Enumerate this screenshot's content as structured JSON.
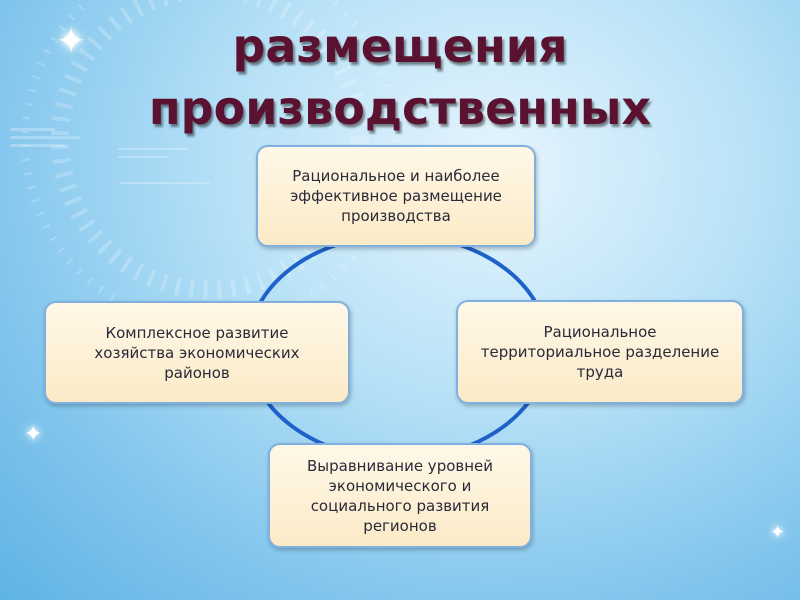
{
  "diagram": {
    "title_lines": [
      "",
      "размещения",
      "производственных"
    ],
    "nodes": {
      "top": "Рациональное и наиболее\nэффективное размещение\nпроизводства",
      "left": "Комплексное развитие\nхозяйства экономических\nрайонов",
      "right": "Рациональное\nтерриториальное разделение\nтруда",
      "bottom": "Выравнивание уровней\nэкономического и\nсоциального развития\nрегионов"
    },
    "colors": {
      "title": "#5a1230",
      "box_fill": "#fdf1d8",
      "box_border": "#7fb0e0",
      "ring": "#1e62c9",
      "background": "#9fd4f2"
    },
    "icons": [
      "sparkle-icon"
    ]
  }
}
